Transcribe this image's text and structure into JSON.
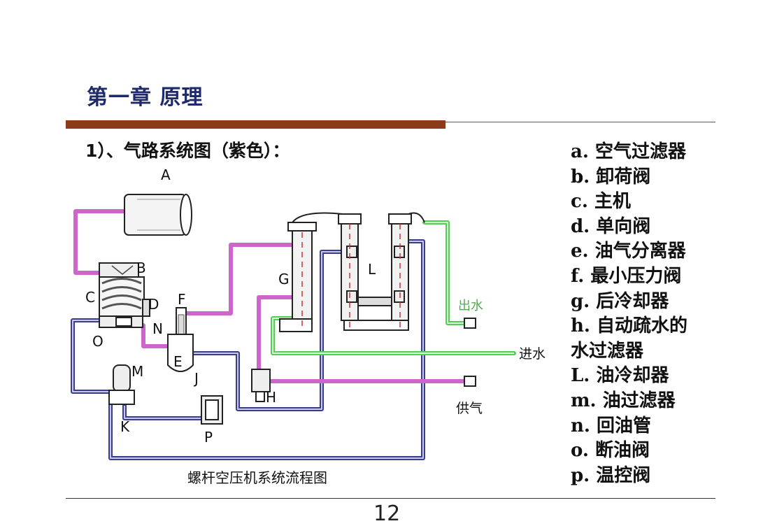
{
  "slide": {
    "chapter_title": "第一章 原理",
    "section_heading": "1）、气路系统图（紫色）：",
    "page_number": "12"
  },
  "diagram": {
    "caption": "螺杆空压机系统流程图",
    "water_out_label": "出水",
    "water_in_label": "进水",
    "air_supply_label": "供气",
    "component_letters": [
      "A",
      "B",
      "C",
      "D",
      "E",
      "F",
      "G",
      "H",
      "J",
      "K",
      "L",
      "M",
      "N",
      "O",
      "P"
    ],
    "colors": {
      "air_line": "#cc66cc",
      "oil_line": "#3c3c8c",
      "water_line": "#55cc55",
      "component_outline": "#222222"
    }
  },
  "legend": [
    "a. 空气过滤器",
    "b. 卸荷阀",
    "c. 主机",
    "d. 单向阀",
    "e. 油气分离器",
    "f. 最小压力阀",
    "g. 后冷却器",
    "h. 自动疏水的",
    "水过滤器",
    "L. 油冷却器",
    "m. 油过滤器",
    "n. 回油管",
    "o. 断油阀",
    "p. 温控阀"
  ]
}
